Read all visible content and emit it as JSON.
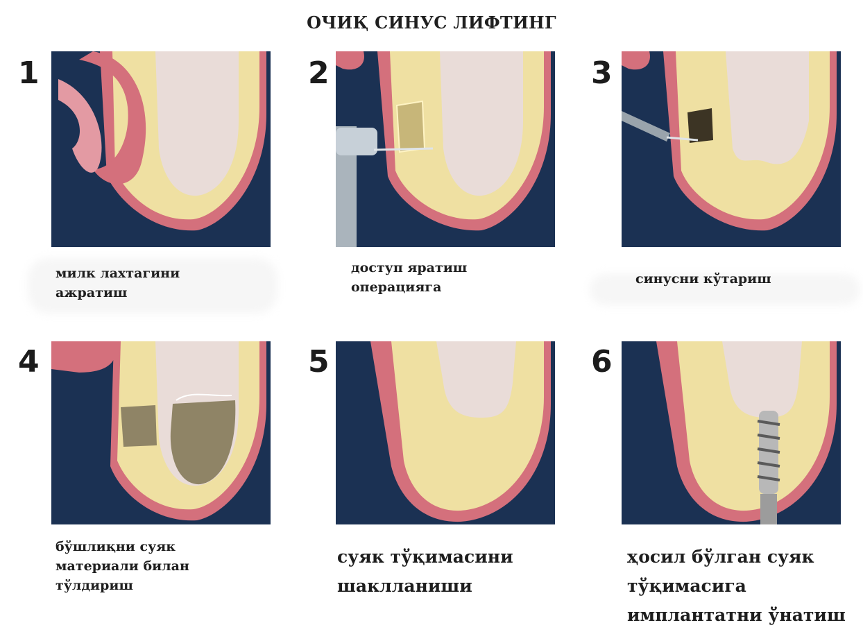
{
  "title": "ОЧИҚ СИНУС ЛИФТИНГ",
  "steps": [
    {
      "number": "1",
      "caption": "милк лахтагини\nажратиш"
    },
    {
      "number": "2",
      "caption": "доступ яратиш\nоперацияга"
    },
    {
      "number": "3",
      "caption": "синусни кўтариш"
    },
    {
      "number": "4",
      "caption": "бўшлиқни суяк\nматериали билан\nтўлдириш"
    },
    {
      "number": "5",
      "caption": "суяк тўқимасини\nшаклланиши"
    },
    {
      "number": "6",
      "caption": "ҳосил бўлган суяк\nтўқимасига\nимплантатни ўнатиш"
    }
  ],
  "colors": {
    "background": "#1b3153",
    "gum": "#d4707c",
    "bone": "#efe0a2",
    "sinus": "#e9dcd8"
  }
}
